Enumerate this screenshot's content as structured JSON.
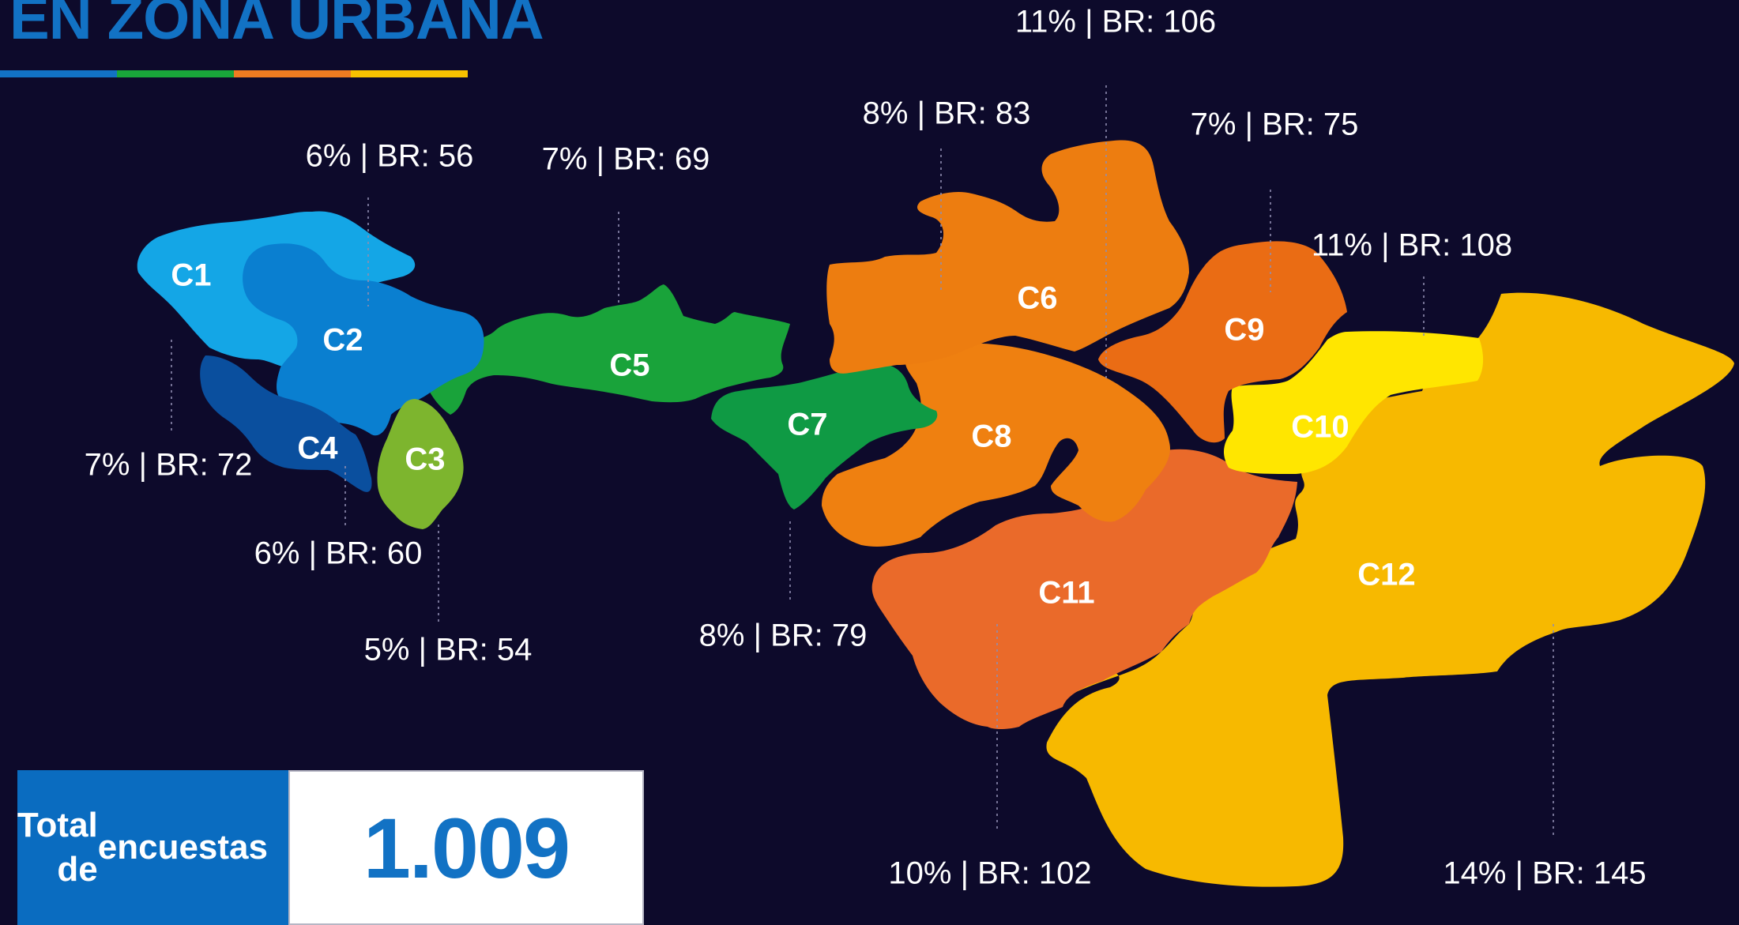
{
  "header": {
    "title": "EN ZONA URBANA",
    "underline_colors": [
      "#1272c4",
      "#19a63a",
      "#ef7c21",
      "#f7c200"
    ]
  },
  "zones": [
    {
      "id": "C1",
      "label": "C1",
      "stat": "6% | BR: 56",
      "color": "#14a6e6"
    },
    {
      "id": "C2",
      "label": "C2",
      "stat": "7% | BR: 72",
      "color": "#0a7fd0"
    },
    {
      "id": "C3",
      "label": "C3",
      "stat": "5% | BR: 54",
      "color": "#7db52e"
    },
    {
      "id": "C4",
      "label": "C4",
      "stat": "6% | BR: 60",
      "color": "#0a4f9e"
    },
    {
      "id": "C5",
      "label": "C5",
      "stat": "7% | BR: 69",
      "color": "#19a33a"
    },
    {
      "id": "C6",
      "label": "C6",
      "stat": "8% | BR: 83",
      "color": "#ed7d10"
    },
    {
      "id": "C7",
      "label": "C7",
      "stat": "8% | BR: 79",
      "color": "#0f9a44"
    },
    {
      "id": "C8",
      "label": "C8",
      "stat": "11% | BR: 106",
      "color": "#ef8010"
    },
    {
      "id": "C9",
      "label": "C9",
      "stat": "7% | BR: 75",
      "color": "#ea6c14"
    },
    {
      "id": "C10",
      "label": "C10",
      "stat": "11% | BR: 108",
      "color": "#ffe600"
    },
    {
      "id": "C11",
      "label": "C11",
      "stat": "10% | BR: 102",
      "color": "#ea6a2a"
    },
    {
      "id": "C12",
      "label": "C12",
      "stat": "14% | BR: 145",
      "color": "#f7b900"
    }
  ],
  "total": {
    "label": "Total de encuestas",
    "value": "1.009"
  }
}
